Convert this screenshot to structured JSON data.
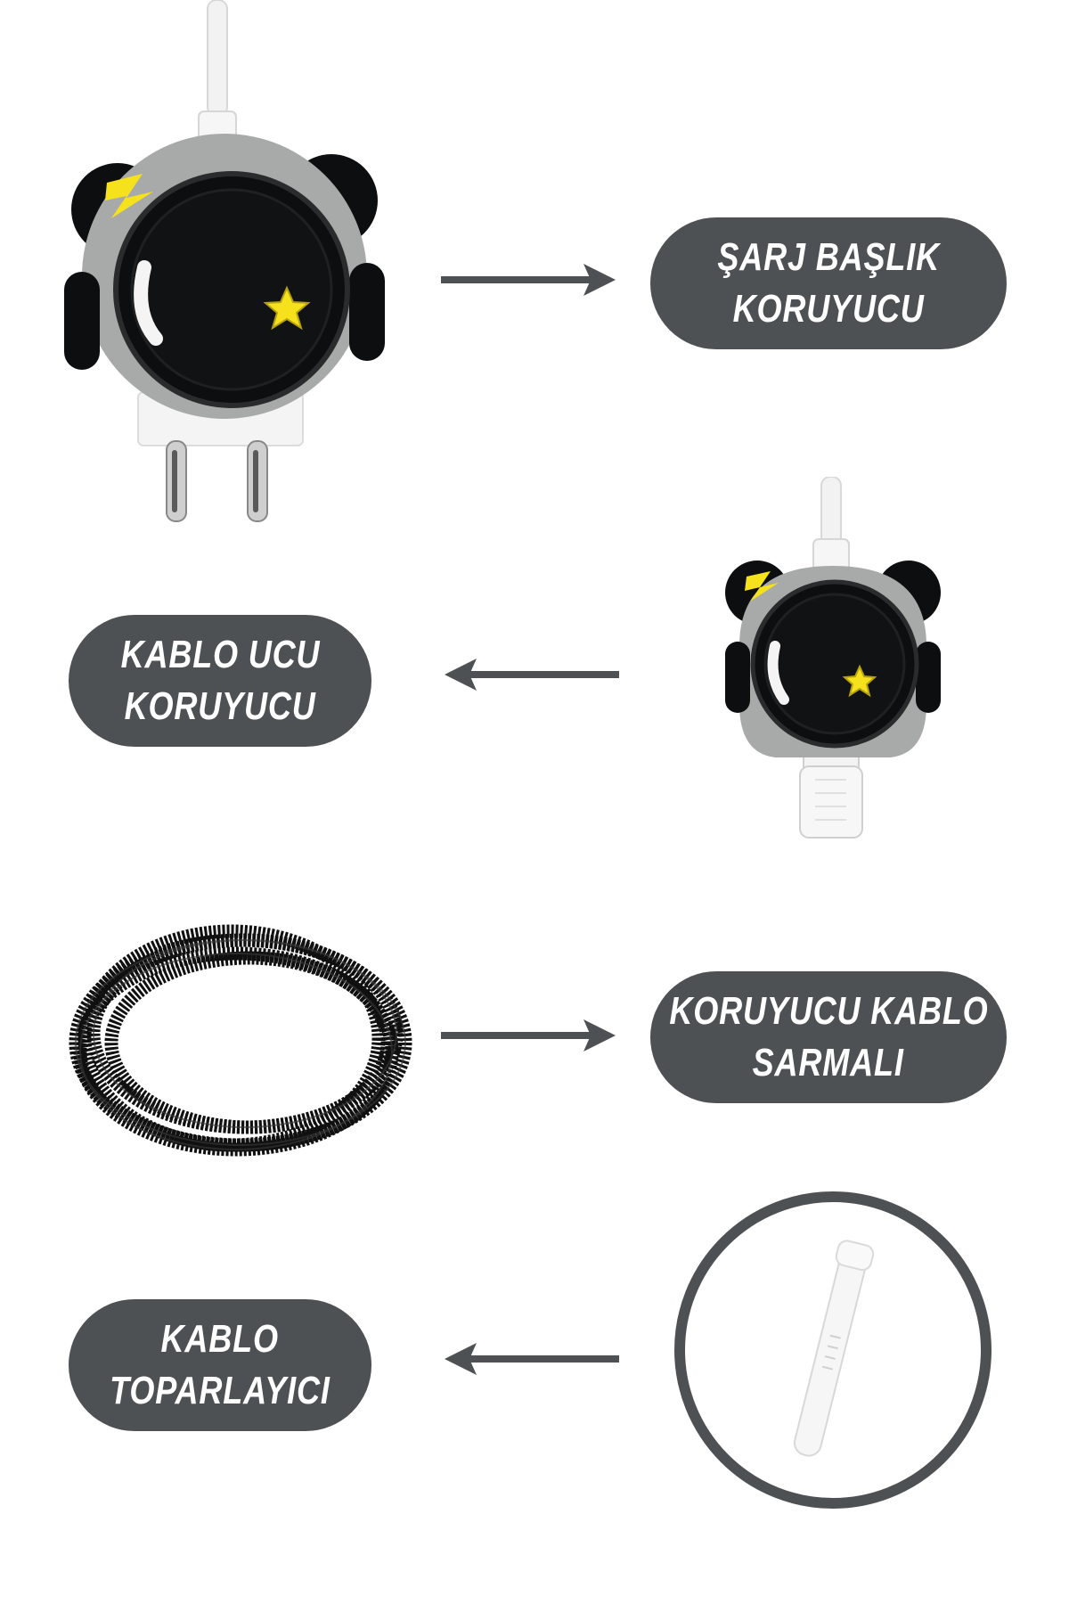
{
  "sections": [
    {
      "label_lines": [
        "ŞARJ BAŞLIK",
        "KORUYUCU"
      ],
      "arrow_direction": "right",
      "item_icon": "charger-adapter-protector"
    },
    {
      "label_lines": [
        "KABLO UCU",
        "KORUYUCU"
      ],
      "arrow_direction": "left",
      "item_icon": "cable-end-protector"
    },
    {
      "label_lines": [
        "KORUYUCU KABLO",
        "SARMALI"
      ],
      "arrow_direction": "right",
      "item_icon": "cable-spiral-wrap"
    },
    {
      "label_lines": [
        "KABLO",
        "TOPARLAYICI"
      ],
      "arrow_direction": "left",
      "item_icon": "cable-organizer-strap"
    }
  ],
  "colors": {
    "label_bg": "#4d5153",
    "label_text": "#ffffff",
    "arrow": "#4d5153",
    "character_black": "#0d0e10",
    "character_grey": "#a8aaa9",
    "accent_yellow": "#f5e11c"
  }
}
